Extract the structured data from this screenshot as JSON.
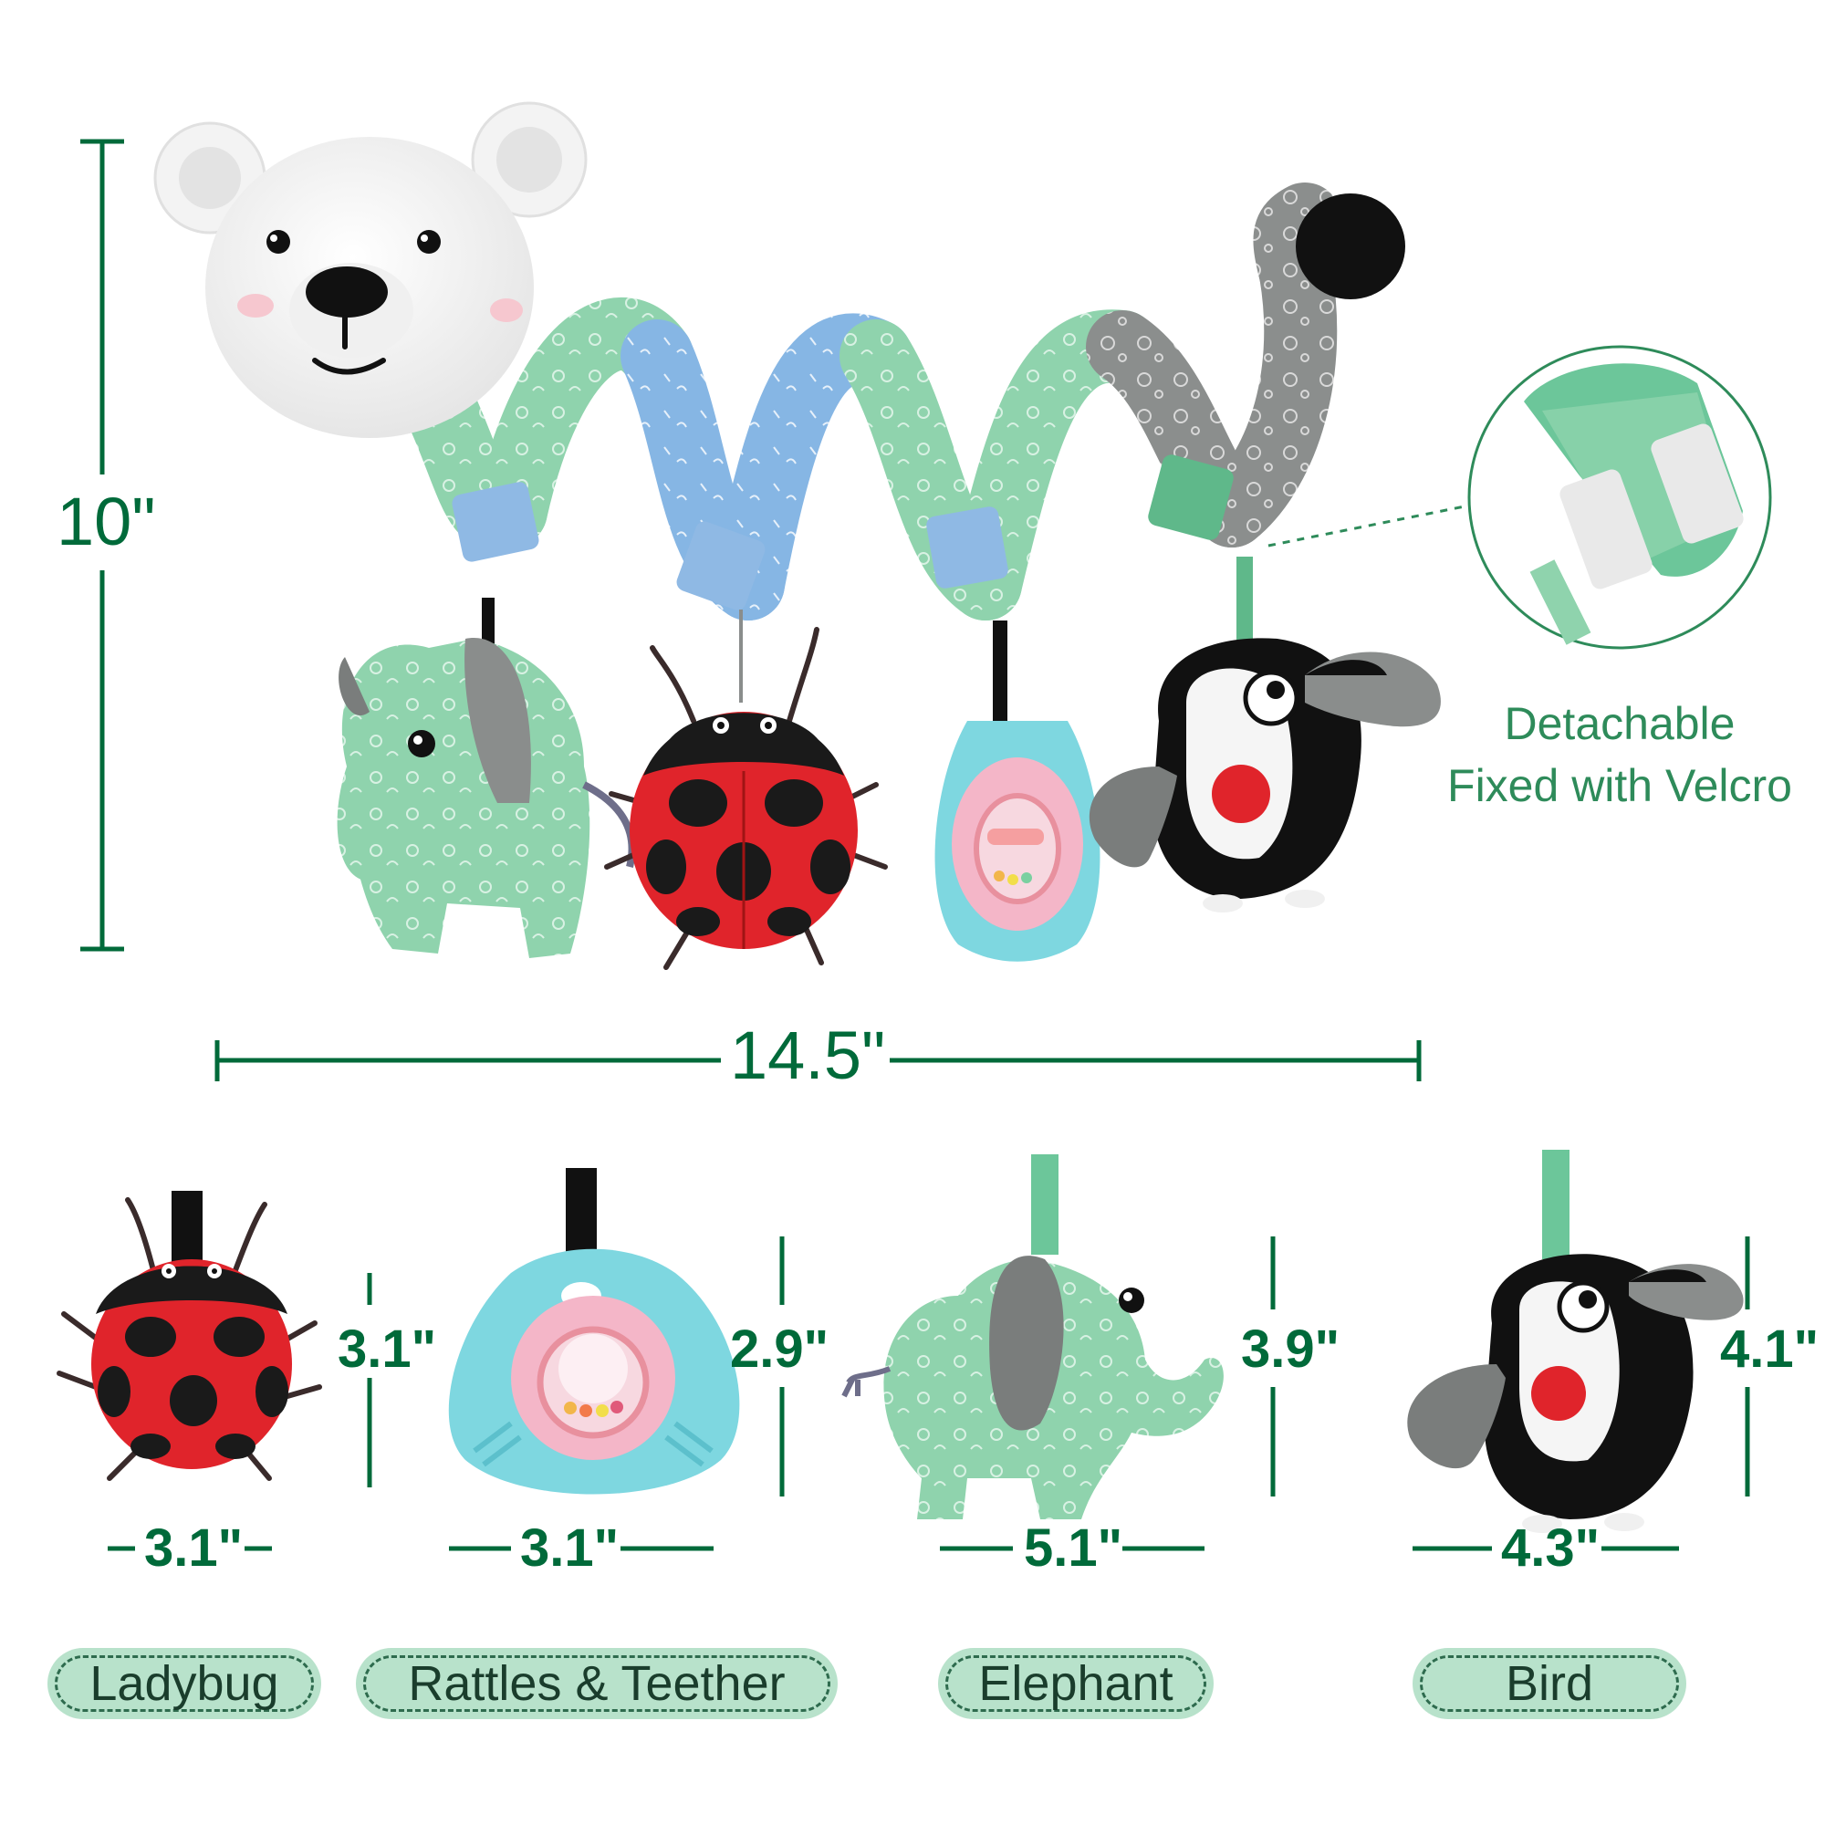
{
  "dimensions": {
    "height": "10\"",
    "width": "14.5\"",
    "ladybug_height": "3.1\"",
    "ladybug_width": "3.1\"",
    "rattle_height": "2.9\"",
    "rattle_width": "3.1\"",
    "elephant_height": "3.9\"",
    "elephant_width": "5.1\"",
    "bird_height": "4.1\"",
    "bird_width": "4.3\""
  },
  "callout": {
    "line1": "Detachable",
    "line2": "Fixed with Velcro"
  },
  "labels": {
    "ladybug": "Ladybug",
    "rattle": "Rattles & Teether",
    "elephant": "Elephant",
    "bird": "Bird"
  },
  "colors": {
    "accent": "#006a3a",
    "pill_fill": "#b8e2cb",
    "mint": "#8fd3ad",
    "blue": "#7fb0e0",
    "gray": "#8a8d8c",
    "red": "#e0242b",
    "teal": "#7ed7e0",
    "pink": "#f4b6c8"
  }
}
